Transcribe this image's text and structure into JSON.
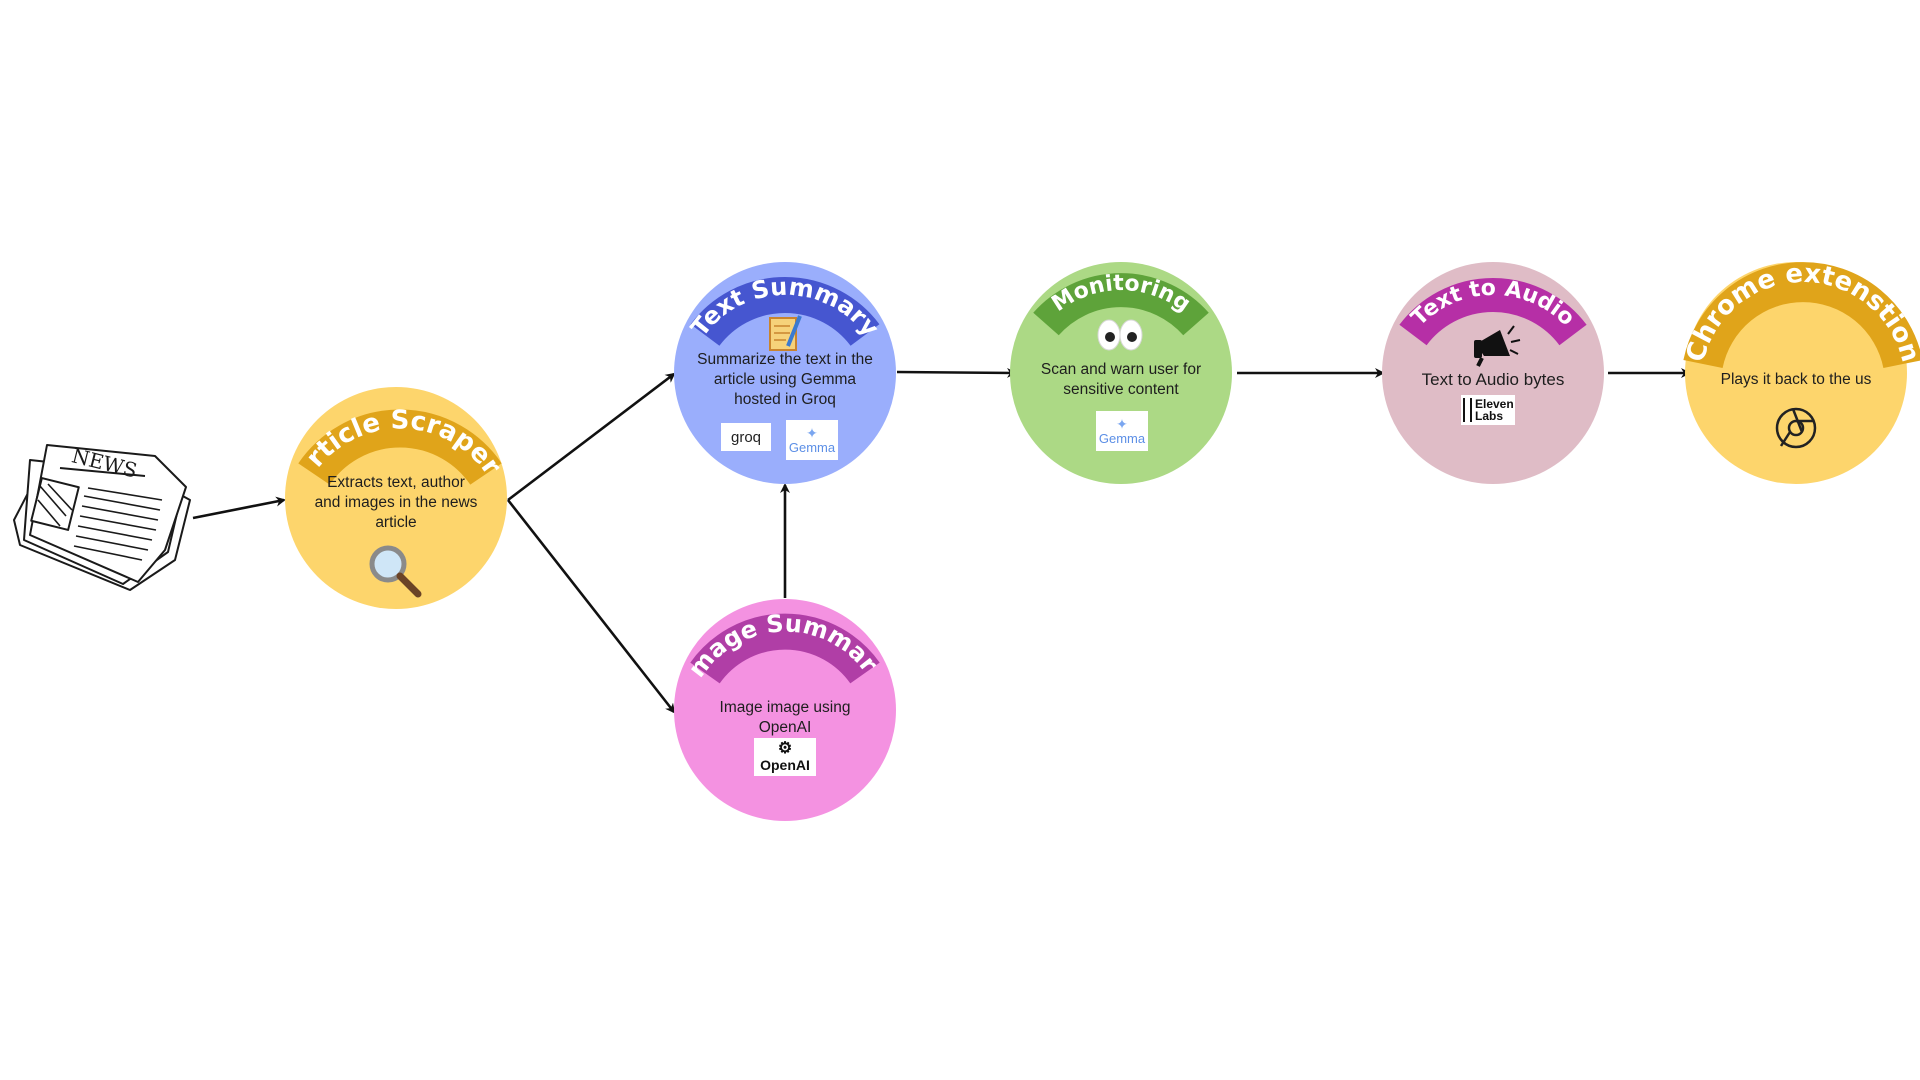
{
  "colors": {
    "article_scraper": "#fdd56c",
    "article_scraper_arc": "#e0a41a",
    "text_summary": "#9aaefc",
    "text_summary_arc": "#4656d0",
    "image_summary": "#f492e1",
    "image_summary_arc": "#b03ea6",
    "monitoring": "#acd985",
    "monitoring_arc": "#5ea33a",
    "text_to_audio": "#dfbcc6",
    "text_to_audio_arc": "#b62fa6",
    "chrome": "#fdd56c",
    "chrome_arc": "#e0a41a",
    "arrow": "#111111"
  },
  "input": {
    "newspaper_label": "NEWS",
    "icon": "newspaper-icon"
  },
  "nodes": {
    "article_scraper": {
      "title": "Article Scraper:",
      "desc": [
        "Extracts text, author",
        "and images in the news",
        "article"
      ],
      "icon": "magnifier-icon"
    },
    "text_summary": {
      "title": "Text Summary",
      "desc": [
        "Summarize the text in the",
        "article using Gemma",
        "hosted in Groq"
      ],
      "icon": "memo-icon",
      "logos": [
        "groq",
        "Gemma"
      ]
    },
    "image_summary": {
      "title": "Image Summary",
      "desc": [
        "Image image using",
        "OpenAI"
      ],
      "logos": [
        "OpenAI"
      ]
    },
    "monitoring": {
      "title": "Monitoring",
      "desc": [
        "Scan and warn user for",
        "sensitive content"
      ],
      "icon": "eyes-icon",
      "logos": [
        "Gemma"
      ]
    },
    "text_to_audio": {
      "title": "Text to Audio",
      "desc": [
        "Text to Audio bytes"
      ],
      "icon": "megaphone-icon",
      "logos": [
        "Eleven",
        "Labs"
      ]
    },
    "chrome_extension": {
      "title": "Chrome extenstion",
      "desc": [
        "Plays it back to the us"
      ],
      "icon": "chrome-icon"
    }
  }
}
